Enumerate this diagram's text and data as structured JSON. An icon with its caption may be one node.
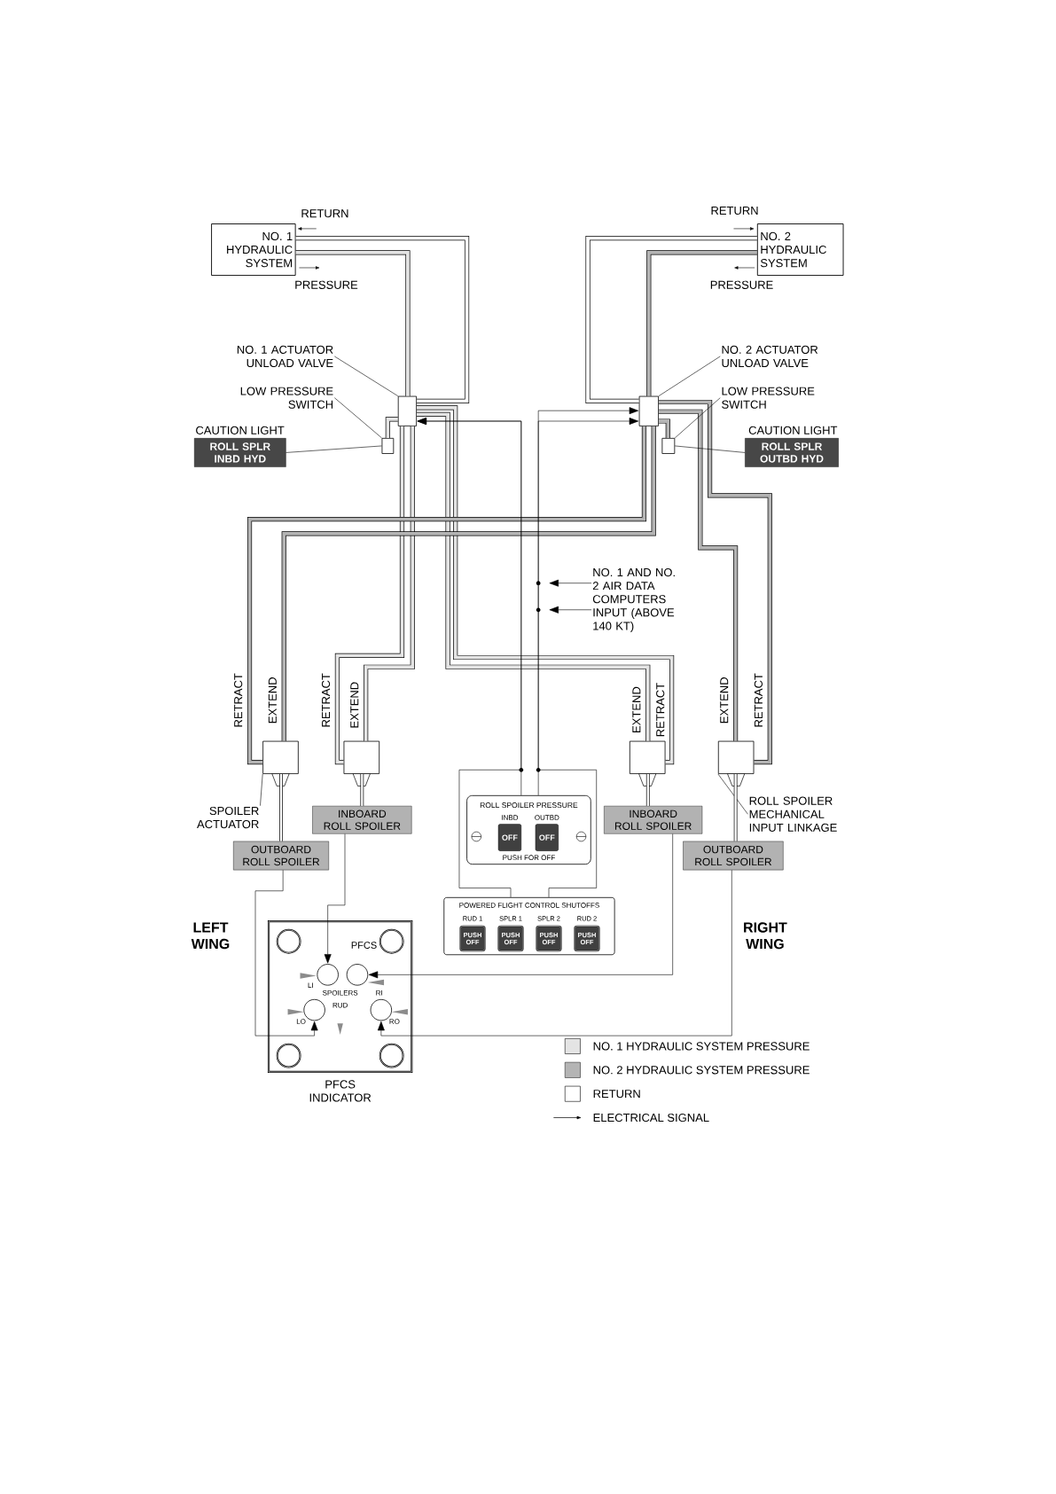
{
  "diagram": {
    "nodes": [
      {
        "text": [
          "NO. 1 HYDRAULIC SYSTEM"
        ]
      },
      {
        "text": [
          "NO. 2 HYDRAULIC SYSTEM"
        ]
      },
      {
        "text": [
          "NO. 1 ACTUATOR UNLOAD VALVE"
        ]
      },
      {
        "text": [
          "NO. 2 ACTUATOR UNLOAD VALVE"
        ]
      },
      {
        "text": [
          "LOW PRESSURE SWITCH"
        ]
      },
      {
        "text": [
          "LOW PRESSURE SWITCH"
        ]
      },
      {
        "text": [],
        "shape": "box"
      },
      {
        "text": [],
        "shape": "box"
      },
      {
        "text": [
          "CAUTION LIGHT",
          "ROLL SPLR INBD HYD"
        ]
      },
      {
        "text": [],
        "shape": "box"
      },
      {
        "text": [],
        "shape": "box"
      },
      {
        "text": [
          "CAUTION LIGHT",
          "ROLL SPLR OUTBD HYD"
        ]
      },
      {
        "text": [
          "NO. 1 AND NO. 2 AIR DATA COMPUTERS INPUT (ABOVE 140 KT)"
        ]
      },
      {
        "text": [],
        "shape": "box"
      },
      {
        "text": [],
        "shape": "box"
      },
      {
        "text": [],
        "shape": "box"
      },
      {
        "text": [],
        "shape": "box"
      },
      {
        "text": [
          "SPOILER ACTUATOR"
        ]
      },
      {
        "text": [
          "INBOARD ROLL SPOILER"
        ]
      },
      {
        "text": [
          "ROLL SPOILER PRESSURE",
          "PUSH FOR OFF"
        ]
      },
      {
        "text": [
          "OFF"
        ],
        "beside": [
          "INBD"
        ],
        "in": 19
      },
      {
        "text": [
          "OFF"
        ],
        "beside": [
          "OUTBD"
        ],
        "in": 19
      },
      {
        "text": [
          "INBOARD ROLL SPOILER"
        ]
      },
      {
        "text": [
          "ROLL SPOILER MECHANICAL INPUT LINKAGE"
        ]
      },
      {
        "text": [
          "OUTBOARD ROLL SPOILER"
        ]
      },
      {
        "text": [
          "OUTBOARD ROLL SPOILER"
        ]
      },
      {
        "text": [
          "POWERED FLIGHT CONTROL SHUTOFFS"
        ]
      },
      {
        "text": [
          "PUSH OFF"
        ],
        "beside": [
          "RUD 1"
        ],
        "in": 26
      },
      {
        "text": [
          "PUSH OFF"
        ],
        "beside": [
          "SPLR 1"
        ],
        "in": 26
      },
      {
        "text": [
          "PUSH OFF"
        ],
        "beside": [
          "SPLR 2"
        ],
        "in": 26
      },
      {
        "text": [
          "PUSH OFF"
        ],
        "beside": [
          "RUD 2"
        ],
        "in": 26
      },
      {
        "text": [
          "PFCS",
          "LI",
          "RI",
          "SPOILERS",
          "RUD",
          "LO",
          "RO"
        ],
        "beside": [
          "PFCS INDICATOR"
        ]
      },
      {
        "text": [],
        "shape": "circle",
        "in": 31
      },
      {
        "text": [],
        "shape": "circle",
        "in": 31
      },
      {
        "text": [],
        "shape": "circle",
        "in": 31
      },
      {
        "text": [],
        "shape": "circle",
        "in": 31
      }
    ],
    "edges": [
      {
        "from": 0,
        "to": 6,
        "arrow": "none",
        "style": "thick"
      },
      {
        "from": 6,
        "to": 0,
        "arrow": "none",
        "style": "thick"
      },
      {
        "from": 6,
        "to": 9,
        "arrow": "none",
        "style": "thick"
      },
      {
        "from": 6,
        "to": 14,
        "arrow": "none",
        "style": "thick",
        "label": "EXTEND"
      },
      {
        "from": 6,
        "to": 14,
        "arrow": "none",
        "style": "thick",
        "label": "RETRACT"
      },
      {
        "from": 6,
        "to": 15,
        "arrow": "none",
        "style": "thick",
        "label": "EXTEND"
      },
      {
        "from": 6,
        "to": 15,
        "arrow": "none",
        "style": "thick",
        "label": "RETRACT"
      },
      {
        "from": 1,
        "to": 7,
        "arrow": "none",
        "style": "thick"
      },
      {
        "from": 7,
        "to": 1,
        "arrow": "none",
        "style": "thick"
      },
      {
        "from": 7,
        "to": 10,
        "arrow": "none",
        "style": "thick"
      },
      {
        "from": 7,
        "to": 13,
        "arrow": "none",
        "style": "thick",
        "label": "EXTEND"
      },
      {
        "from": 7,
        "to": 13,
        "arrow": "none",
        "style": "thick",
        "label": "RETRACT"
      },
      {
        "from": 7,
        "to": 16,
        "arrow": "none",
        "style": "thick",
        "label": "EXTEND"
      },
      {
        "from": 7,
        "to": 16,
        "arrow": "none",
        "style": "thick",
        "label": "RETRACT"
      },
      {
        "from": 9,
        "to": 8,
        "arrow": "none"
      },
      {
        "from": 10,
        "to": 11,
        "arrow": "none"
      },
      {
        "from": 2,
        "to": 6,
        "arrow": "none"
      },
      {
        "from": 4,
        "to": 9,
        "arrow": "none"
      },
      {
        "from": 3,
        "to": 7,
        "arrow": "none"
      },
      {
        "from": 5,
        "to": 10,
        "arrow": "none"
      },
      {
        "from": 17,
        "to": 13,
        "arrow": "none"
      },
      {
        "from": 23,
        "to": 16,
        "arrow": "none"
      },
      {
        "from": 19,
        "to": 6,
        "arrow": "to"
      },
      {
        "from": 19,
        "to": 7,
        "arrow": "to"
      },
      {
        "from": 26,
        "to": 6,
        "arrow": "to"
      },
      {
        "from": 26,
        "to": 7,
        "arrow": "to"
      },
      {
        "from": 12,
        "to": null,
        "arrow": "to"
      },
      {
        "from": 12,
        "to": null,
        "arrow": "to"
      },
      {
        "from": 18,
        "to": 32,
        "arrow": "to"
      },
      {
        "from": 24,
        "to": 34,
        "arrow": "to"
      },
      {
        "from": 22,
        "to": 33,
        "arrow": "to"
      },
      {
        "from": 25,
        "to": 35,
        "arrow": "to"
      },
      {
        "from": 14,
        "to": 18,
        "arrow": "none",
        "style": "thick"
      },
      {
        "from": 13,
        "to": 24,
        "arrow": "none",
        "style": "thick"
      },
      {
        "from": 15,
        "to": 22,
        "arrow": "none",
        "style": "thick"
      },
      {
        "from": 16,
        "to": 25,
        "arrow": "none",
        "style": "thick"
      }
    ],
    "labels": [
      "RETURN",
      "PRESSURE",
      "RETURN",
      "PRESSURE",
      "LEFT WING",
      "RIGHT WING"
    ],
    "legend": [
      {
        "text": "NO. 1 HYDRAULIC SYSTEM PRESSURE",
        "color": "#e4e4e4"
      },
      {
        "text": "NO. 2 HYDRAULIC SYSTEM PRESSURE",
        "color": "#b4b4b4"
      },
      {
        "text": "RETURN"
      },
      {
        "text": "ELECTRICAL SIGNAL"
      }
    ]
  }
}
